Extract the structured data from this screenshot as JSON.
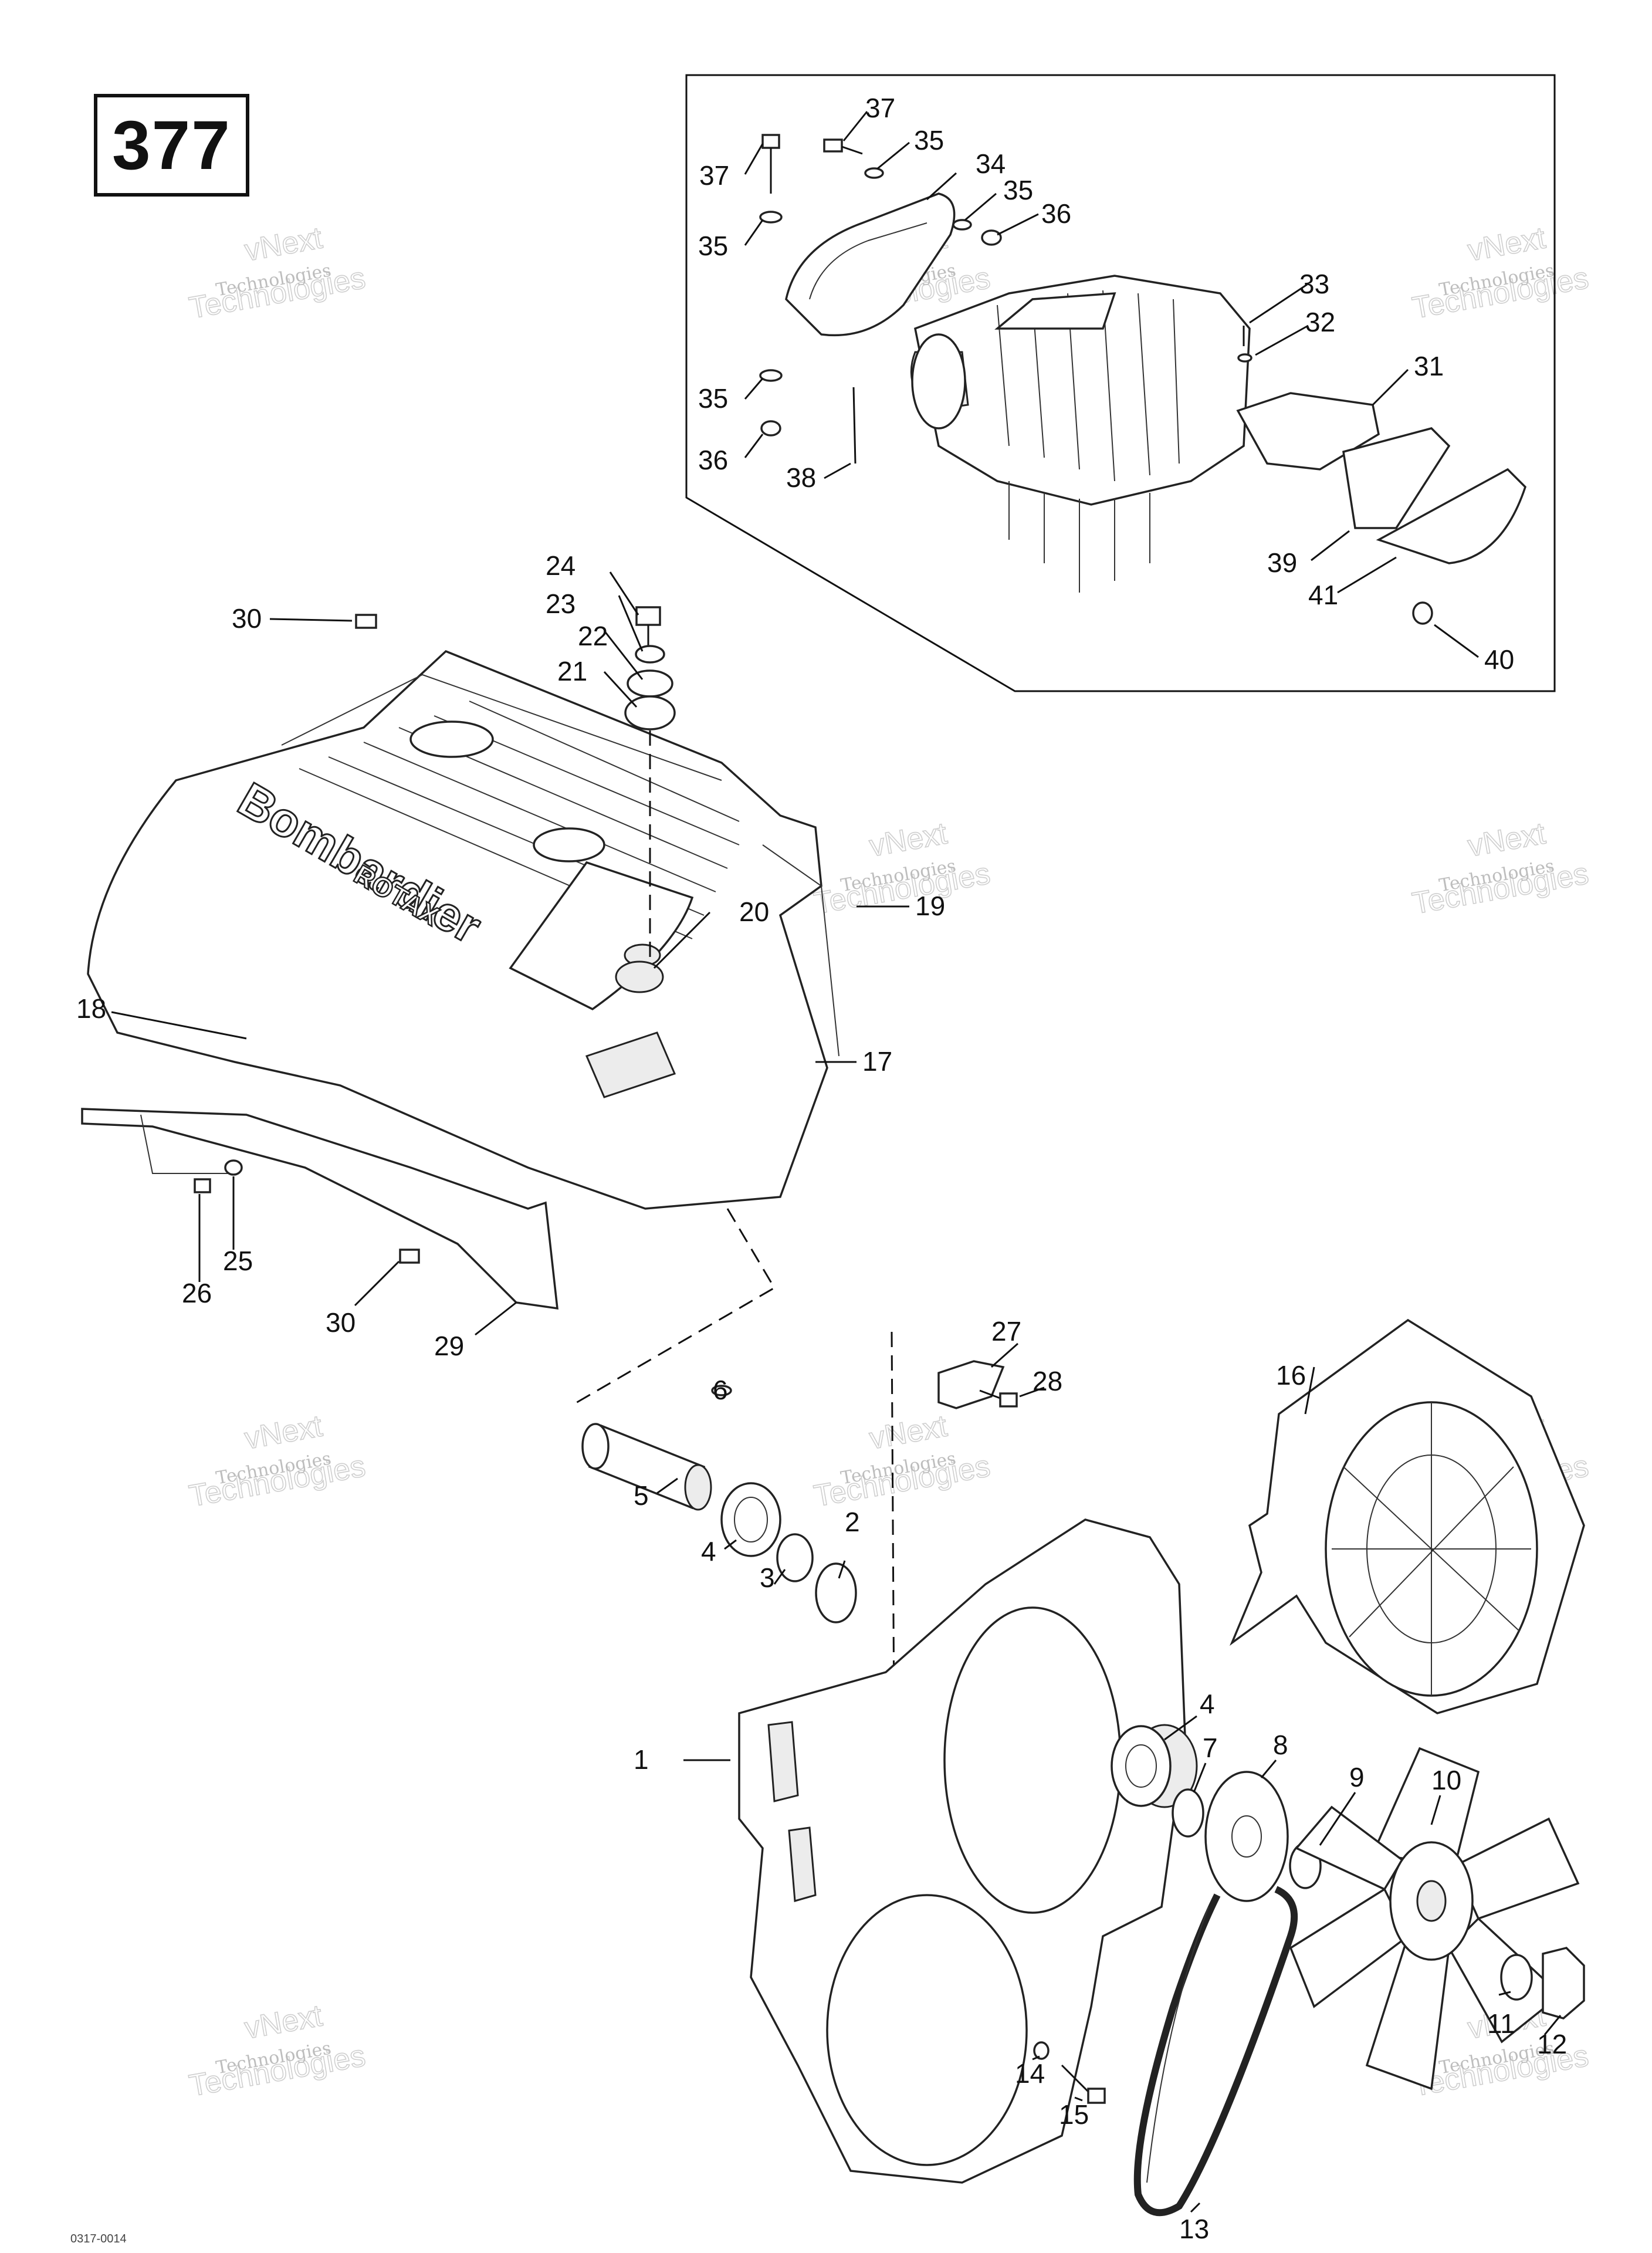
{
  "page": {
    "number": "377",
    "footer_code": "0317-0014"
  },
  "watermark": {
    "line1": "vNext",
    "line2": "Technologies"
  },
  "callouts": {
    "c1": "1",
    "c2": "2",
    "c3": "3",
    "c4a": "4",
    "c4b": "4",
    "c5": "5",
    "c6": "6",
    "c7": "7",
    "c8": "8",
    "c9": "9",
    "c10": "10",
    "c11": "11",
    "c12": "12",
    "c13": "13",
    "c14": "14",
    "c15": "15",
    "c16": "16",
    "c17": "17",
    "c18": "18",
    "c19": "19",
    "c20": "20",
    "c21": "21",
    "c22": "22",
    "c23": "23",
    "c24": "24",
    "c25": "25",
    "c26": "26",
    "c27": "27",
    "c28": "28",
    "c29": "29",
    "c30a": "30",
    "c30b": "30",
    "c31": "31",
    "c32": "32",
    "c33": "33",
    "c34": "34",
    "c35a": "35",
    "c35b": "35",
    "c35c": "35",
    "c35d": "35",
    "c36a": "36",
    "c36b": "36",
    "c37a": "37",
    "c37b": "37",
    "c38": "38",
    "c39": "39",
    "c40": "40",
    "c41": "41"
  },
  "cover_logo": {
    "brand": "Bombardier",
    "engine": "ROTAX"
  }
}
